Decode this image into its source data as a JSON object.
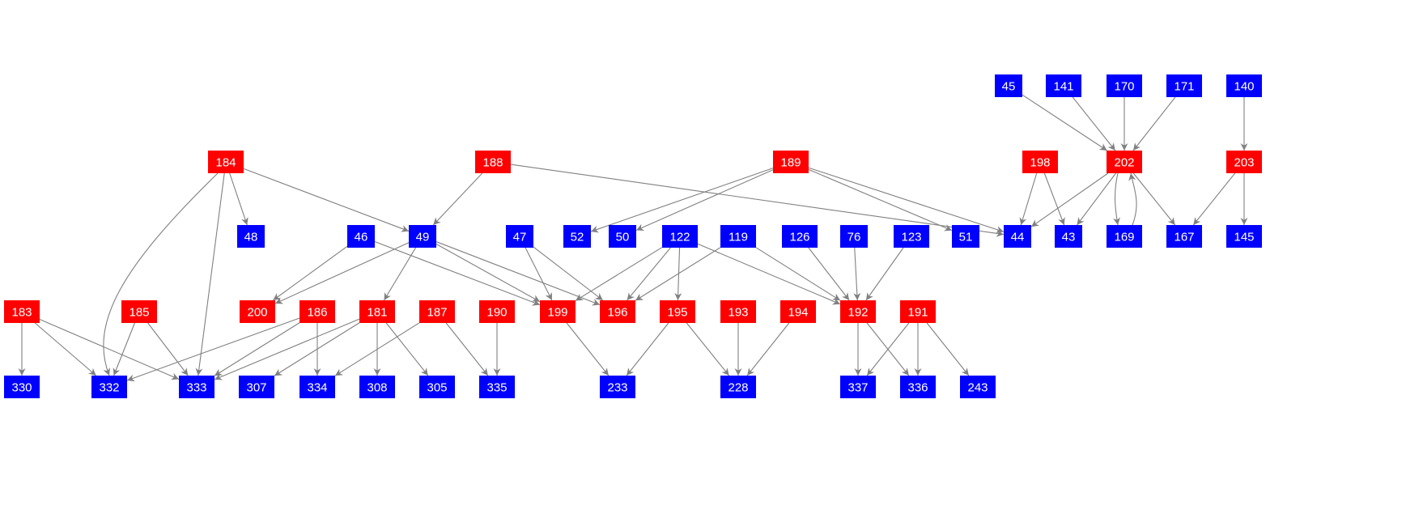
{
  "colors": {
    "red": "#ff0000",
    "blue": "#0000ff",
    "edge": "#808080",
    "text": "#ffffff"
  },
  "nodes": [
    {
      "id": "45",
      "kind": "blue"
    },
    {
      "id": "141",
      "kind": "blue"
    },
    {
      "id": "170",
      "kind": "blue"
    },
    {
      "id": "171",
      "kind": "blue"
    },
    {
      "id": "140",
      "kind": "blue"
    },
    {
      "id": "184",
      "kind": "red"
    },
    {
      "id": "188",
      "kind": "red"
    },
    {
      "id": "189",
      "kind": "red"
    },
    {
      "id": "198",
      "kind": "red"
    },
    {
      "id": "202",
      "kind": "red"
    },
    {
      "id": "203",
      "kind": "red"
    },
    {
      "id": "48",
      "kind": "blue"
    },
    {
      "id": "46",
      "kind": "blue"
    },
    {
      "id": "49",
      "kind": "blue"
    },
    {
      "id": "47",
      "kind": "blue"
    },
    {
      "id": "52",
      "kind": "blue"
    },
    {
      "id": "50",
      "kind": "blue"
    },
    {
      "id": "122",
      "kind": "blue"
    },
    {
      "id": "119",
      "kind": "blue"
    },
    {
      "id": "126",
      "kind": "blue"
    },
    {
      "id": "76",
      "kind": "blue"
    },
    {
      "id": "123",
      "kind": "blue"
    },
    {
      "id": "51",
      "kind": "blue"
    },
    {
      "id": "44",
      "kind": "blue"
    },
    {
      "id": "43",
      "kind": "blue"
    },
    {
      "id": "169",
      "kind": "blue"
    },
    {
      "id": "167",
      "kind": "blue"
    },
    {
      "id": "145",
      "kind": "blue"
    },
    {
      "id": "183",
      "kind": "red"
    },
    {
      "id": "185",
      "kind": "red"
    },
    {
      "id": "200",
      "kind": "red"
    },
    {
      "id": "186",
      "kind": "red"
    },
    {
      "id": "181",
      "kind": "red"
    },
    {
      "id": "187",
      "kind": "red"
    },
    {
      "id": "190",
      "kind": "red"
    },
    {
      "id": "199",
      "kind": "red"
    },
    {
      "id": "196",
      "kind": "red"
    },
    {
      "id": "195",
      "kind": "red"
    },
    {
      "id": "193",
      "kind": "red"
    },
    {
      "id": "194",
      "kind": "red"
    },
    {
      "id": "192",
      "kind": "red"
    },
    {
      "id": "191",
      "kind": "red"
    },
    {
      "id": "330",
      "kind": "blue"
    },
    {
      "id": "332",
      "kind": "blue"
    },
    {
      "id": "333",
      "kind": "blue"
    },
    {
      "id": "307",
      "kind": "blue"
    },
    {
      "id": "334",
      "kind": "blue"
    },
    {
      "id": "308",
      "kind": "blue"
    },
    {
      "id": "305",
      "kind": "blue"
    },
    {
      "id": "335",
      "kind": "blue"
    },
    {
      "id": "233",
      "kind": "blue"
    },
    {
      "id": "228",
      "kind": "blue"
    },
    {
      "id": "337",
      "kind": "blue"
    },
    {
      "id": "336",
      "kind": "blue"
    },
    {
      "id": "243",
      "kind": "blue"
    }
  ],
  "edges": [
    [
      "184",
      "48"
    ],
    [
      "184",
      "49"
    ],
    [
      "184",
      "332"
    ],
    [
      "184",
      "333"
    ],
    [
      "188",
      "49"
    ],
    [
      "188",
      "44"
    ],
    [
      "189",
      "52"
    ],
    [
      "189",
      "50"
    ],
    [
      "189",
      "51"
    ],
    [
      "189",
      "44"
    ],
    [
      "46",
      "200"
    ],
    [
      "46",
      "199"
    ],
    [
      "49",
      "200"
    ],
    [
      "49",
      "181"
    ],
    [
      "49",
      "199"
    ],
    [
      "49",
      "196"
    ],
    [
      "47",
      "199"
    ],
    [
      "47",
      "196"
    ],
    [
      "122",
      "199"
    ],
    [
      "122",
      "196"
    ],
    [
      "122",
      "195"
    ],
    [
      "122",
      "192"
    ],
    [
      "119",
      "196"
    ],
    [
      "119",
      "192"
    ],
    [
      "126",
      "192"
    ],
    [
      "76",
      "192"
    ],
    [
      "123",
      "192"
    ],
    [
      "183",
      "330"
    ],
    [
      "183",
      "332"
    ],
    [
      "183",
      "333"
    ],
    [
      "185",
      "332"
    ],
    [
      "185",
      "333"
    ],
    [
      "186",
      "332"
    ],
    [
      "186",
      "333"
    ],
    [
      "186",
      "334"
    ],
    [
      "181",
      "333"
    ],
    [
      "181",
      "307"
    ],
    [
      "181",
      "308"
    ],
    [
      "181",
      "305"
    ],
    [
      "187",
      "334"
    ],
    [
      "187",
      "335"
    ],
    [
      "190",
      "335"
    ],
    [
      "199",
      "233"
    ],
    [
      "195",
      "233"
    ],
    [
      "195",
      "228"
    ],
    [
      "193",
      "228"
    ],
    [
      "194",
      "228"
    ],
    [
      "192",
      "337"
    ],
    [
      "192",
      "336"
    ],
    [
      "191",
      "337"
    ],
    [
      "191",
      "336"
    ],
    [
      "191",
      "243"
    ],
    [
      "45",
      "202"
    ],
    [
      "141",
      "202"
    ],
    [
      "170",
      "202"
    ],
    [
      "171",
      "202"
    ],
    [
      "140",
      "203"
    ],
    [
      "198",
      "44"
    ],
    [
      "198",
      "43"
    ],
    [
      "202",
      "44"
    ],
    [
      "202",
      "43"
    ],
    [
      "202",
      "169"
    ],
    [
      "202",
      "167"
    ],
    [
      "169",
      "202"
    ],
    [
      "203",
      "167"
    ],
    [
      "203",
      "145"
    ]
  ]
}
